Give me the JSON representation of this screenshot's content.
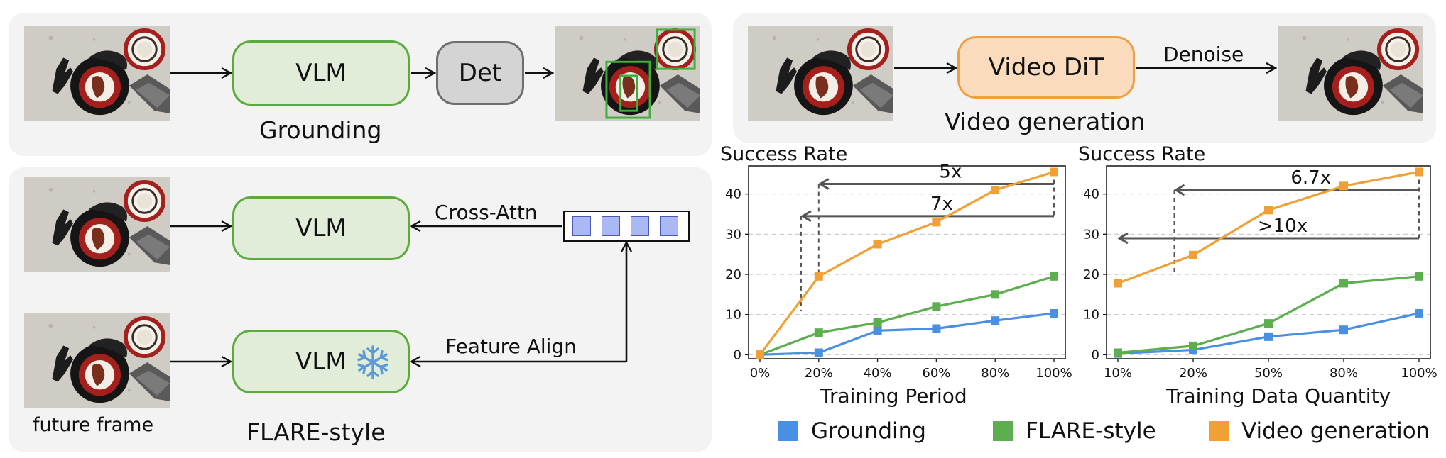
{
  "top_left": {
    "vlm": "VLM",
    "det": "Det",
    "caption": "Grounding"
  },
  "top_right": {
    "dit": "Video DiT",
    "edge": "Denoise",
    "caption": "Video generation"
  },
  "bottom_left": {
    "vlm_top": "VLM",
    "vlm_bottom": "VLM",
    "edge_cross": "Cross-Attn",
    "edge_align": "Feature Align",
    "future_label": "future frame",
    "caption": "FLARE-style",
    "snowflake_icon": "snowflake-icon"
  },
  "colors": {
    "grounding": "#4a90e2",
    "flare": "#5cae4f",
    "video": "#f0a035",
    "vlm_fill": "#e2edd9",
    "vlm_border": "#5aab3c",
    "dit_fill": "#fadbbd",
    "dit_border": "#f0a042",
    "token": "#aab8f5"
  },
  "chart_data": [
    {
      "type": "line",
      "ylabel": "Success Rate",
      "xlabel": "Training Period",
      "categories": [
        "0%",
        "20%",
        "40%",
        "60%",
        "80%",
        "100%"
      ],
      "ylim": [
        -1,
        47
      ],
      "yticks": [
        0,
        10,
        20,
        30,
        40
      ],
      "grid": true,
      "series": [
        {
          "name": "Grounding",
          "color": "#4a90e2",
          "values": [
            0,
            0.5,
            6,
            6.5,
            8.5,
            10.3
          ]
        },
        {
          "name": "FLARE-style",
          "color": "#5cae4f",
          "values": [
            0,
            5.5,
            8,
            12,
            15,
            19.5
          ]
        },
        {
          "name": "Video generation",
          "color": "#f0a035",
          "values": [
            0,
            19.5,
            27.5,
            33,
            41,
            45.5
          ]
        }
      ],
      "annotations": [
        {
          "text": "5x",
          "from": 5,
          "to": 1,
          "y": 42.5,
          "drop_to": 19.5
        },
        {
          "text": "7x",
          "from": 5,
          "to": 0.7,
          "y": 34.5,
          "drop_to": 11
        }
      ]
    },
    {
      "type": "line",
      "ylabel": "Success Rate",
      "xlabel": "Training Data Quantity",
      "categories": [
        "10%",
        "20%",
        "50%",
        "80%",
        "100%"
      ],
      "ylim": [
        -1,
        47
      ],
      "yticks": [
        0,
        10,
        20,
        30,
        40
      ],
      "grid": true,
      "series": [
        {
          "name": "Grounding",
          "color": "#4a90e2",
          "values": [
            0.3,
            1.2,
            4.5,
            6.2,
            10.3
          ]
        },
        {
          "name": "FLARE-style",
          "color": "#5cae4f",
          "values": [
            0.5,
            2.2,
            7.8,
            17.8,
            19.5
          ]
        },
        {
          "name": "Video generation",
          "color": "#f0a035",
          "values": [
            17.8,
            24.8,
            36,
            42,
            45.5
          ]
        }
      ],
      "annotations": [
        {
          "text": "6.7x",
          "from": 4,
          "to": 0.75,
          "y": 41,
          "drop_to": 20.5
        },
        {
          "text": ">10x",
          "from": 4,
          "to": 0,
          "y": 29,
          "drop_to": null
        }
      ]
    }
  ],
  "legend": [
    {
      "label": "Grounding",
      "color": "#4a90e2"
    },
    {
      "label": "FLARE-style",
      "color": "#5cae4f"
    },
    {
      "label": "Video generation",
      "color": "#f0a035"
    }
  ]
}
